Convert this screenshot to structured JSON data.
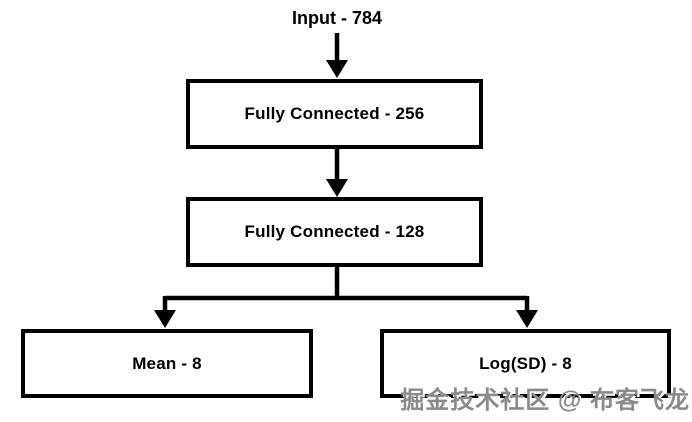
{
  "diagram": {
    "input_label": "Input - 784",
    "boxes": [
      {
        "id": "fc1",
        "label": "Fully Connected - 256"
      },
      {
        "id": "fc2",
        "label": "Fully Connected - 128"
      },
      {
        "id": "mean",
        "label": "Mean - 8"
      },
      {
        "id": "logsd",
        "label": "Log(SD) - 8"
      }
    ],
    "watermark": "掘金技术社区 @ 布客飞龙",
    "colors": {
      "background": "#ffffff",
      "line": "#000000",
      "box_border": "#000000",
      "text": "#000000",
      "watermark_text": "#8a8a8a",
      "watermark_highlight": "#ffffff"
    }
  }
}
